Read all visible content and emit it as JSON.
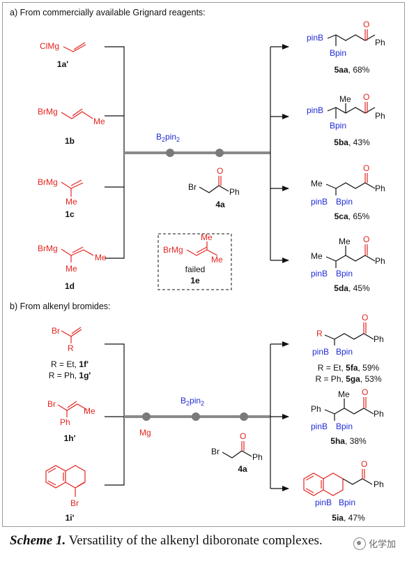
{
  "panel_a": {
    "heading": "a) From commercially available Grignard reagents:",
    "reagents": [
      {
        "mg": "ClMg",
        "sub": "",
        "id": "1a'"
      },
      {
        "mg": "BrMg",
        "sub": "Me",
        "id": "1b"
      },
      {
        "mg": "BrMg",
        "sub": "Me",
        "id": "1c"
      },
      {
        "mg": "BrMg",
        "sub": "Me",
        "sub2": "Me",
        "id": "1d"
      }
    ],
    "reagent_label": "B2pin2",
    "coupling_partner": {
      "br": "Br",
      "ph": "Ph",
      "o": "O",
      "id": "4a"
    },
    "failed": {
      "mg": "BrMg",
      "me1": "Me",
      "me2": "Me",
      "status": "failed",
      "id": "1e"
    },
    "products": [
      {
        "id": "5aa",
        "yield": "68%",
        "pinB": "pinB",
        "bpin": "Bpin",
        "ph": "Ph",
        "o": "O"
      },
      {
        "id": "5ba",
        "yield": "43%",
        "pinB": "pinB",
        "bpin": "Bpin",
        "ph": "Ph",
        "o": "O",
        "me": "Me"
      },
      {
        "id": "5ca",
        "yield": "65%",
        "pinB": "pinB",
        "bpin": "Bpin",
        "ph": "Ph",
        "o": "O",
        "me": "Me"
      },
      {
        "id": "5da",
        "yield": "45%",
        "pinB": "pinB",
        "bpin": "Bpin",
        "ph": "Ph",
        "o": "O",
        "me": "Me",
        "me2": "Me"
      }
    ]
  },
  "panel_b": {
    "heading": "b) From alkenyl bromides:",
    "bromides": [
      {
        "br": "Br",
        "r": "R",
        "lines": [
          {
            "prefix": "R = Et, ",
            "id": "1f'"
          },
          {
            "prefix": "R = Ph, ",
            "id": "1g'"
          }
        ]
      },
      {
        "br": "Br",
        "me": "Me",
        "ph": "Ph",
        "id": "1h'"
      },
      {
        "br": "Br",
        "id": "1i'"
      }
    ],
    "mg_label": "Mg",
    "reagent_label": "B2pin2",
    "coupling_partner": {
      "br": "Br",
      "ph": "Ph",
      "o": "O",
      "id": "4a"
    },
    "products": [
      {
        "r": "R",
        "pinB": "pinB",
        "bpin": "Bpin",
        "ph": "Ph",
        "o": "O",
        "lines": [
          {
            "prefix": "R = Et, ",
            "id": "5fa",
            "yield": ", 59%"
          },
          {
            "prefix": "R = Ph, ",
            "id": "5ga",
            "yield": ", 53%"
          }
        ]
      },
      {
        "id": "5ha",
        "yield": "38%",
        "pinB": "pinB",
        "bpin": "Bpin",
        "ph": "Ph",
        "ph2": "Ph",
        "o": "O",
        "me": "Me"
      },
      {
        "id": "5ia",
        "yield": "47%",
        "pinB": "pinB",
        "bpin": "Bpin",
        "ph": "Ph",
        "o": "O"
      }
    ]
  },
  "caption": {
    "label": "Scheme 1.",
    "text": " Versatility of the alkenyl diboronate complexes."
  },
  "watermark": "化学加",
  "colors": {
    "red": "#e2241f",
    "blue": "#1f2bd6",
    "black": "#111111",
    "bar": "#8a8a8a",
    "node": "#7a7a7a"
  }
}
